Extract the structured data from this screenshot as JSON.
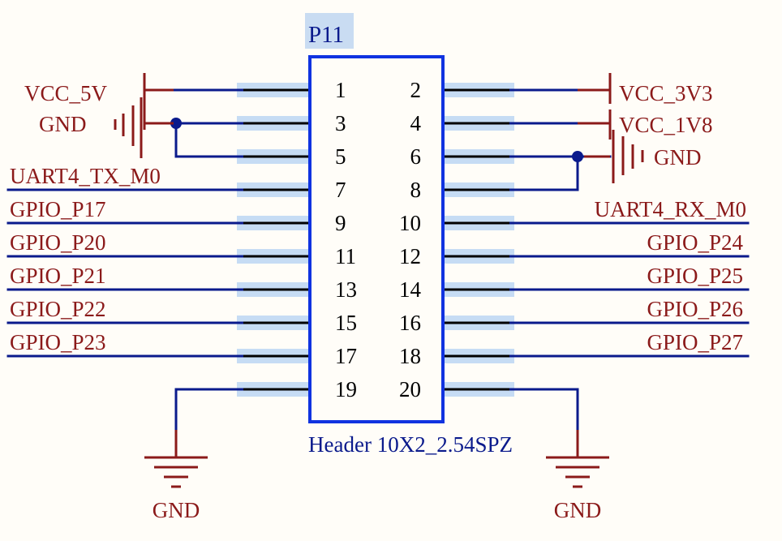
{
  "designator": "P11",
  "part_name": "Header 10X2_2.54SPZ",
  "pins": [
    "1",
    "2",
    "3",
    "4",
    "5",
    "6",
    "7",
    "8",
    "9",
    "10",
    "11",
    "12",
    "13",
    "14",
    "15",
    "16",
    "17",
    "18",
    "19",
    "20"
  ],
  "power_labels": {
    "vcc_5v": "VCC_5V",
    "gnd_left": "GND",
    "vcc_3v3": "VCC_3V3",
    "vcc_1v8": "VCC_1V8",
    "gnd_right": "GND",
    "gnd_bottom_left": "GND",
    "gnd_bottom_right": "GND"
  },
  "left_nets": [
    "UART4_TX_M0",
    "GPIO_P17",
    "GPIO_P20",
    "GPIO_P21",
    "GPIO_P22",
    "GPIO_P23"
  ],
  "right_nets": [
    "UART4_RX_M0",
    "GPIO_P24",
    "GPIO_P25",
    "GPIO_P26",
    "GPIO_P27"
  ],
  "colors": {
    "background": "#fffdf8",
    "wire": "#0a1a8c",
    "body_border": "#1033e0",
    "pin_line": "#000000",
    "pin_highlight": "#c6dcf4",
    "power": "#8b1a1a",
    "net_label": "#8b1a1a",
    "part_name": "#0a1a8c",
    "designator_bg": "#c9dcf2",
    "designator_text": "#0a1a8c"
  }
}
